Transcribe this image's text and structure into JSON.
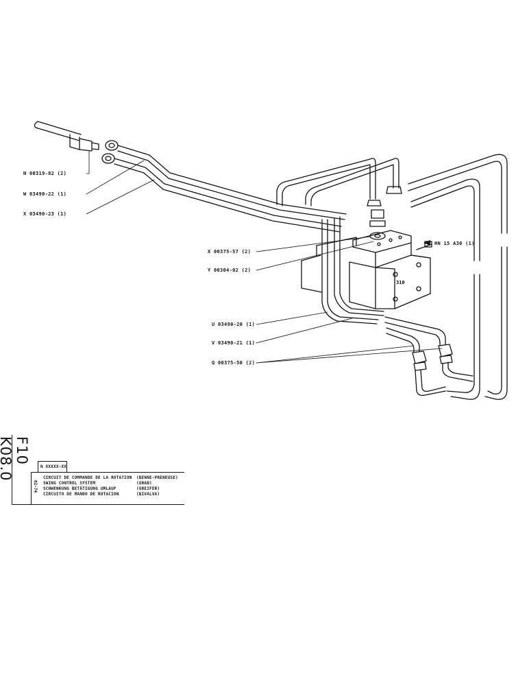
{
  "callouts": [
    {
      "id": "n",
      "text": "N 00319-82 (2)"
    },
    {
      "id": "w",
      "text": "W 03490-22 (1)"
    },
    {
      "id": "x1",
      "text": "X 03490-23 (1)"
    },
    {
      "id": "x2",
      "text": "X 00375-57 (2)"
    },
    {
      "id": "y",
      "text": "Y 00304-02 (2)"
    },
    {
      "id": "hn",
      "text": "HN 15 A30 (1)"
    },
    {
      "id": "u",
      "text": "U 03490-20 (1)"
    },
    {
      "id": "v",
      "text": "V 03490-21 (1)"
    },
    {
      "id": "q",
      "text": "Q 00375-50 (2)"
    }
  ],
  "block_mark": "310",
  "title_block": {
    "page_code": "F10 K08.0",
    "date": "02-74",
    "ref": "N XXXXX-XX",
    "titles": [
      {
        "text": "CIRCUIT DE COMMANDE DE LA ROTATION",
        "variant": "(BENNE-PRENEUSE)"
      },
      {
        "text": "SWING CONTROL SYSTEM",
        "variant": "(GRAB)"
      },
      {
        "text": "SCHWENKUNG BETÄTIGUNG UMLAUF",
        "variant": "(GREIFER)"
      },
      {
        "text": "CIRCUITO DE MANDO DE ROTACION",
        "variant": "(BIVALVA)"
      }
    ]
  }
}
